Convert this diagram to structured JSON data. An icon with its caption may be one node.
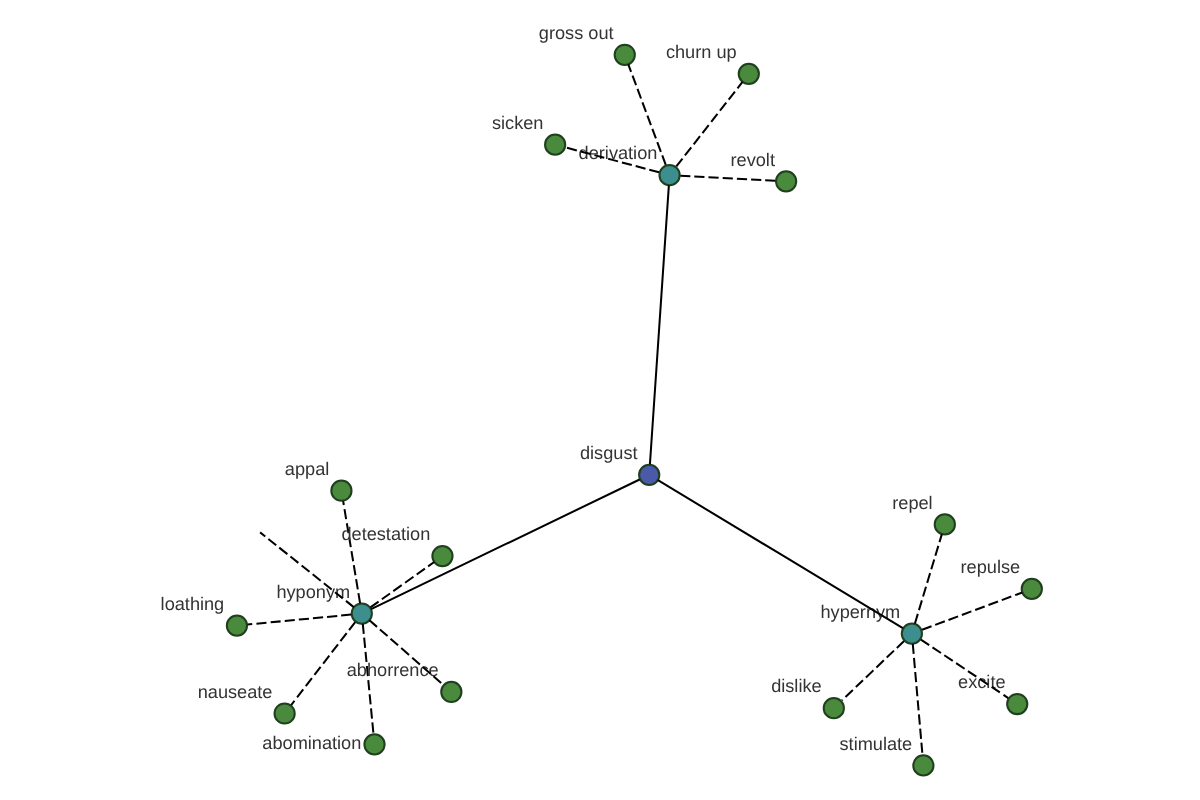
{
  "diagram": {
    "nodes": [
      {
        "text": [
          "disgust"
        ]
      },
      {
        "text": [
          "hyponym"
        ]
      },
      {
        "text": [
          "abomination"
        ]
      },
      {
        "text": [
          "appal"
        ]
      },
      {
        "text": [
          "detestation"
        ]
      },
      {
        "text": [
          "loathing"
        ]
      },
      {
        "text": [
          "nauseate"
        ]
      },
      {
        "text": [
          "abhorrence"
        ]
      },
      {
        "text": [
          "hypernym"
        ]
      },
      {
        "text": [
          "excite"
        ]
      },
      {
        "text": [
          "stimulate"
        ]
      },
      {
        "text": [
          "dislike"
        ]
      },
      {
        "text": [
          "repulse"
        ]
      },
      {
        "text": [
          "repel"
        ]
      },
      {
        "text": [
          "derivation"
        ]
      },
      {
        "text": [
          "revolt"
        ]
      },
      {
        "text": [
          "churn up"
        ]
      },
      {
        "text": [
          "gross out"
        ]
      },
      {
        "text": [
          "sicken"
        ]
      }
    ],
    "edges": [
      {
        "from": 0,
        "to": 1,
        "arrow": "none"
      },
      {
        "from": 0,
        "to": 8,
        "arrow": "none"
      },
      {
        "from": 0,
        "to": 14,
        "arrow": "none"
      },
      {
        "from": 1,
        "to": 2,
        "arrow": "none",
        "style": "dashed"
      },
      {
        "from": 1,
        "to": null,
        "arrow": "none",
        "style": "dashed"
      },
      {
        "from": 1,
        "to": 3,
        "arrow": "none",
        "style": "dashed"
      },
      {
        "from": 1,
        "to": 4,
        "arrow": "none",
        "style": "dashed"
      },
      {
        "from": 1,
        "to": 5,
        "arrow": "none",
        "style": "dashed"
      },
      {
        "from": 1,
        "to": 6,
        "arrow": "none",
        "style": "dashed"
      },
      {
        "from": 1,
        "to": 7,
        "arrow": "none",
        "style": "dashed"
      },
      {
        "from": 8,
        "to": 9,
        "arrow": "none",
        "style": "dashed"
      },
      {
        "from": 8,
        "to": 10,
        "arrow": "none",
        "style": "dashed"
      },
      {
        "from": 8,
        "to": 11,
        "arrow": "none",
        "style": "dashed"
      },
      {
        "from": 8,
        "to": 12,
        "arrow": "none",
        "style": "dashed"
      },
      {
        "from": 8,
        "to": 13,
        "arrow": "none",
        "style": "dashed"
      },
      {
        "from": 14,
        "to": 15,
        "arrow": "none",
        "style": "dashed"
      },
      {
        "from": 14,
        "to": 16,
        "arrow": "none",
        "style": "dashed"
      },
      {
        "from": 14,
        "to": 17,
        "arrow": "none",
        "style": "dashed"
      },
      {
        "from": 14,
        "to": 18,
        "arrow": "none",
        "style": "dashed"
      }
    ]
  }
}
